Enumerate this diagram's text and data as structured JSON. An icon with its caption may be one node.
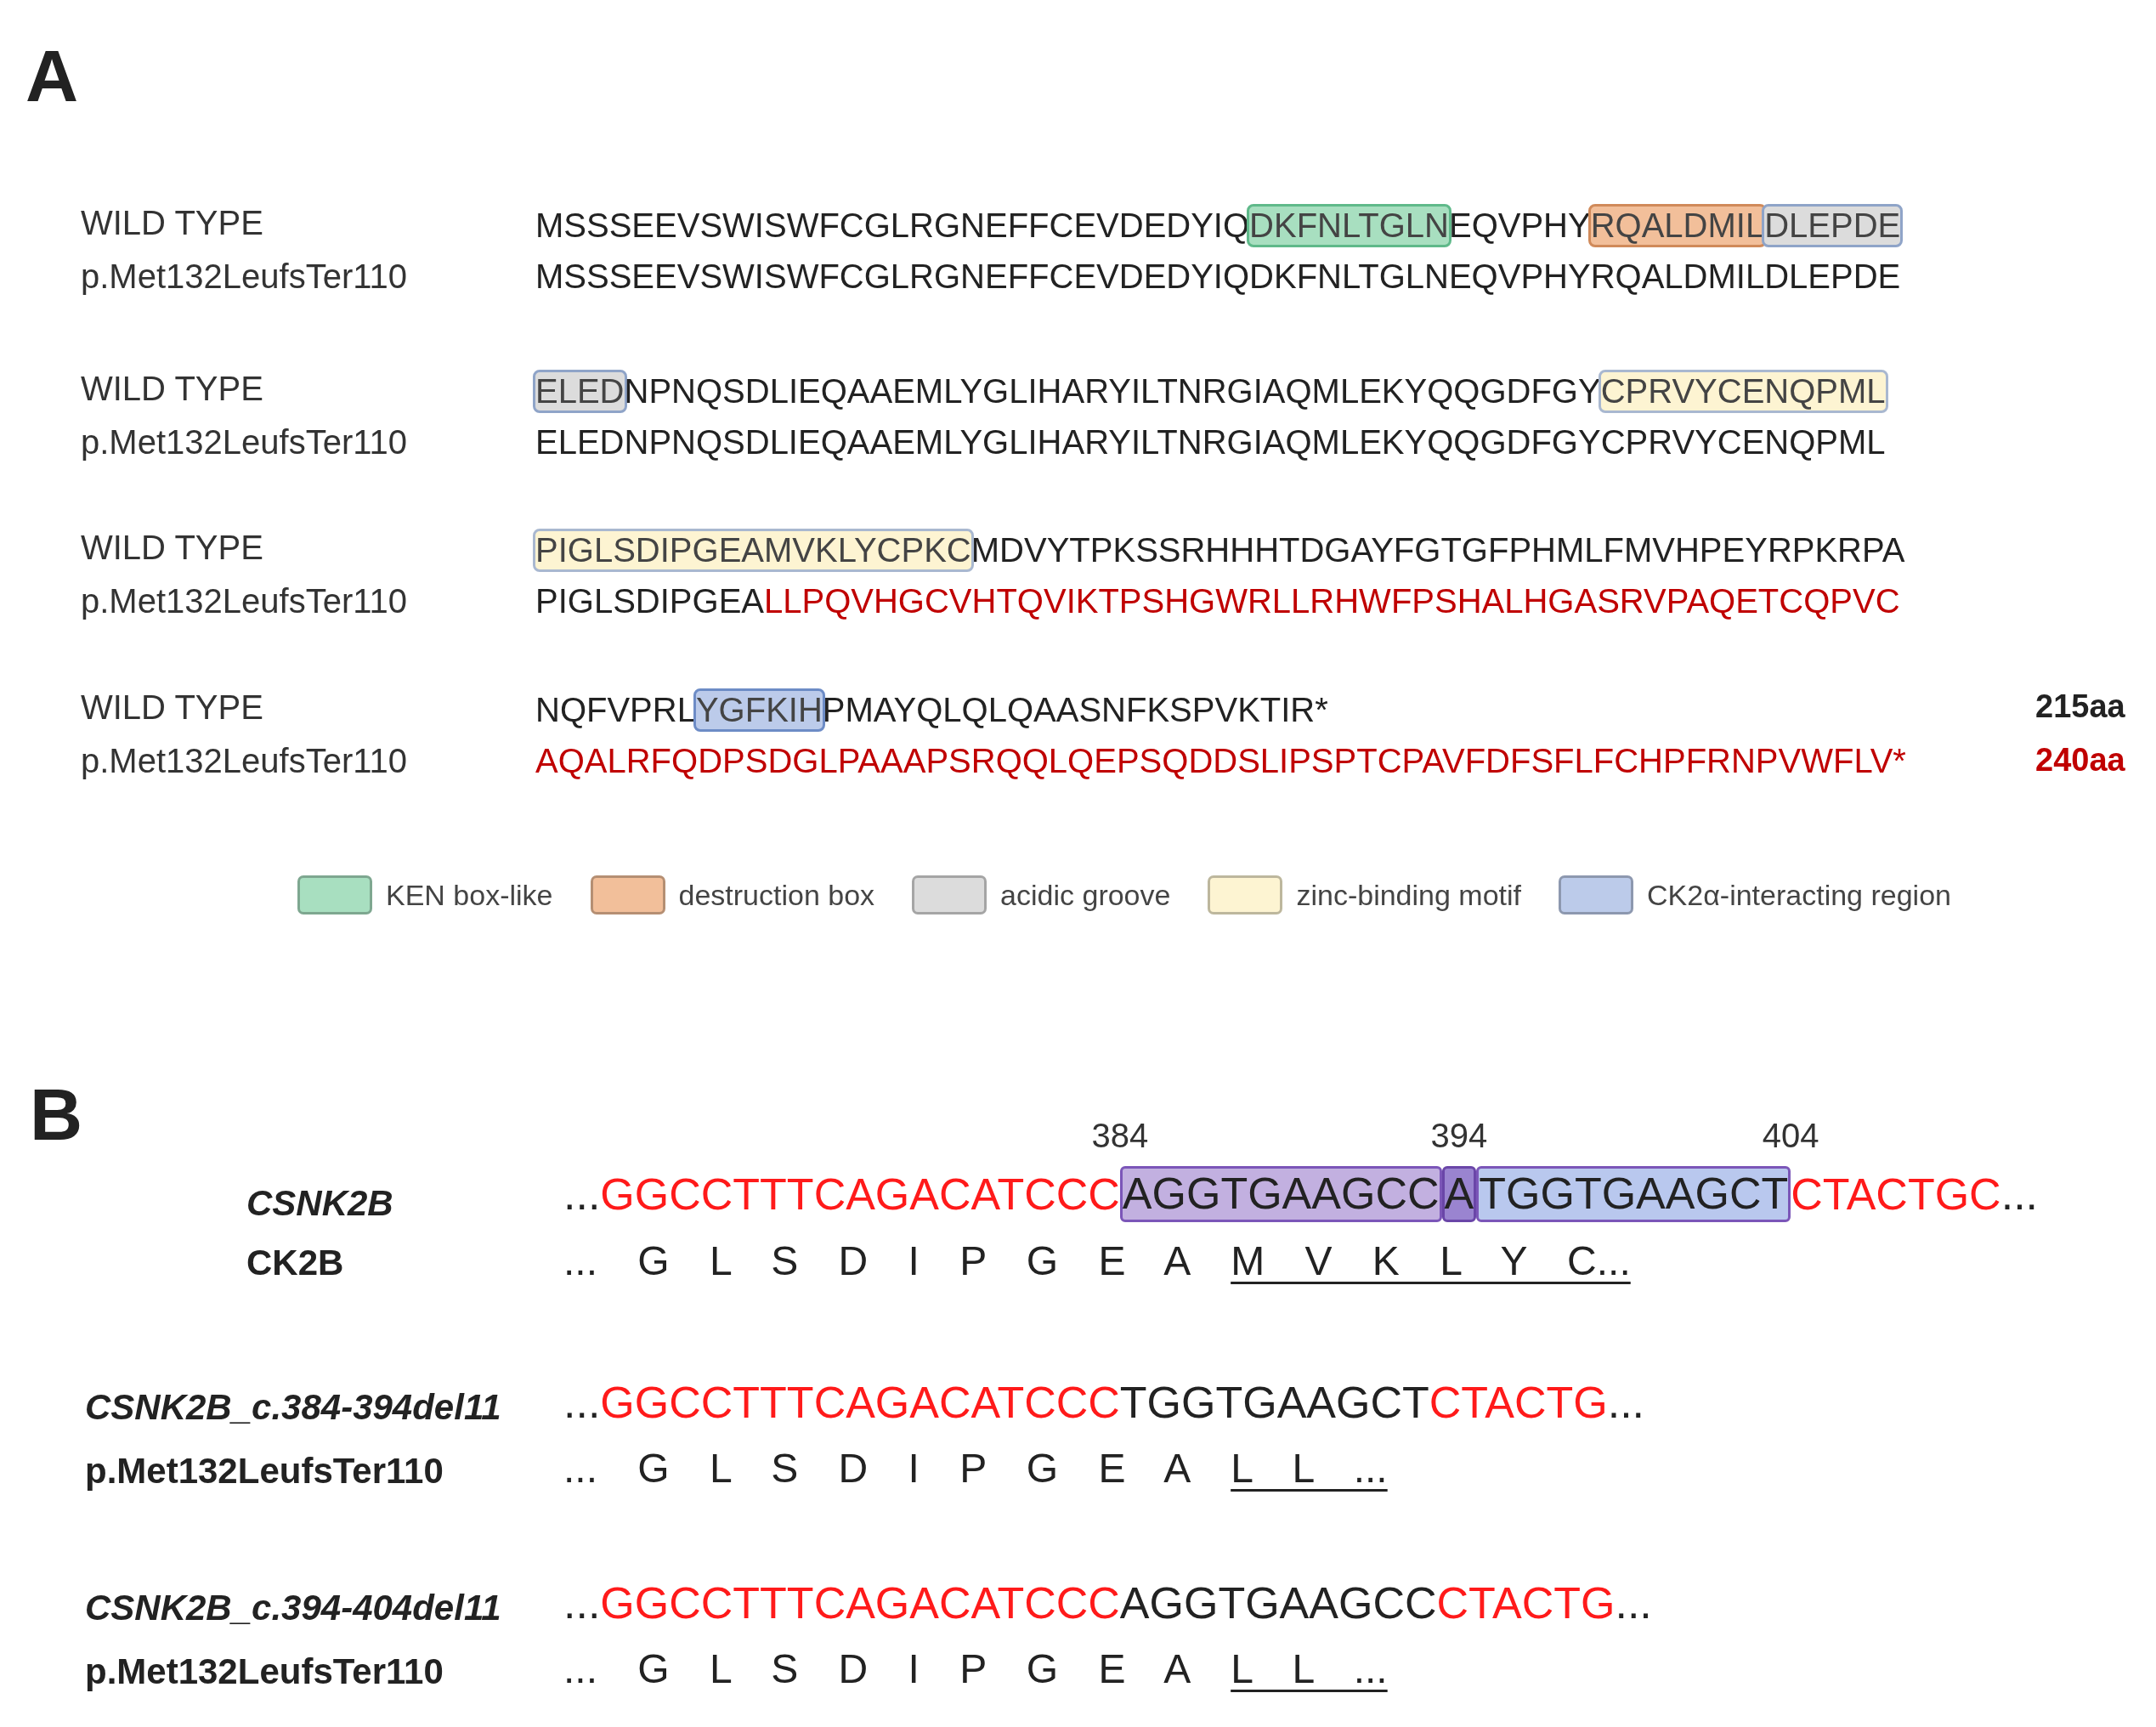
{
  "diagram": {
    "nodes": [
      {
        "text": [
          "DKFNLTGLN"
        ]
      },
      {
        "text": [
          "RQALDMIL"
        ]
      },
      {
        "text": [
          "DLEPDE"
        ]
      },
      {
        "text": [
          "ELED"
        ]
      },
      {
        "text": [
          "CPRVYCENQPML"
        ]
      },
      {
        "text": [
          "PIGLSDIPGEAMVKLYCPKC"
        ]
      },
      {
        "text": [
          "YGFKIH"
        ]
      },
      {
        "text": [
          "AGGTGAAGCC"
        ]
      },
      {
        "text": [
          "A"
        ]
      },
      {
        "text": [
          "TGGTGAAGCT"
        ]
      }
    ],
    "labels": [
      "A",
      "WILD TYPE",
      "MSSSEEVSWISWFCGLRGNEFFCEVDEDYIQ",
      "EQVPHY",
      "p.Met132LeufsTer110",
      "MSSSEEVSWISWFCGLRGNEFFCEVDEDYIQDKFNLTGLNEQVPHYRQALDMILDLEPDE",
      "WILD TYPE",
      "NPNQSDLIEQAAEMLYGLIHARYILTNRGIAQMLEKYQQGDFGY",
      "p.Met132LeufsTer110",
      "ELEDNPNQSDLIEQAAEMLYGLIHARYILTNRGIAQMLEKYQQGDFGYCPRVYCENQPML",
      "WILD TYPE",
      "MDVYTPKSSRHHHTDGAYFGTGFPHMLFMVHPEYRPKRPA",
      "p.Met132LeufsTer110",
      "PIGLSDIPGEA",
      "LLPQVHGCVHTQVIKTPSHGWRLLRHWFPSHALHGASRVPAQETCQPVC",
      "WILD TYPE",
      "NQFVPRL",
      "PMAYQLQLQAASNFKSPVKTIR*",
      "215aa",
      "p.Met132LeufsTer110",
      "AQALRFQDPSDGLPAAAPSRQQLQEPSQDDSLIPSPTCPAVFDFSFLFCHPFRNPVWFLV*",
      "240aa",
      "B",
      "384",
      "394",
      "404",
      "CSNK2B",
      "...",
      "GGCCTTTCAGACATCCC",
      "CTACTGC",
      "...",
      "CK2B",
      "... G L S D I P G E A",
      "M V K L Y C...",
      "CSNK2B_c.384-394del11",
      "...",
      "GGCCTTTCAGACATCCC",
      "TGGTGAAGCT",
      "CTACTG",
      "...",
      "p.Met132LeufsTer110",
      "... G L S D I P G E A",
      "L L ...",
      "CSNK2B_c.394-404del11",
      "...",
      "GGCCTTTCAGACATCCC",
      "AGGTGAAGCC",
      "CTACTG",
      "...",
      "p.Met132LeufsTer110",
      "... G L S D I P G E A",
      "L L ..."
    ],
    "legend": [
      {
        "text": "KEN box-like",
        "color": "#a8dfc0"
      },
      {
        "text": "destruction box",
        "color": "#f2bf9a"
      },
      {
        "text": "acidic groove",
        "color": "#dcdcdc"
      },
      {
        "text": "zinc-binding motif",
        "color": "#fdf4d2"
      },
      {
        "text": "CK2α-interacting region",
        "color": "#bccbea"
      }
    ]
  }
}
